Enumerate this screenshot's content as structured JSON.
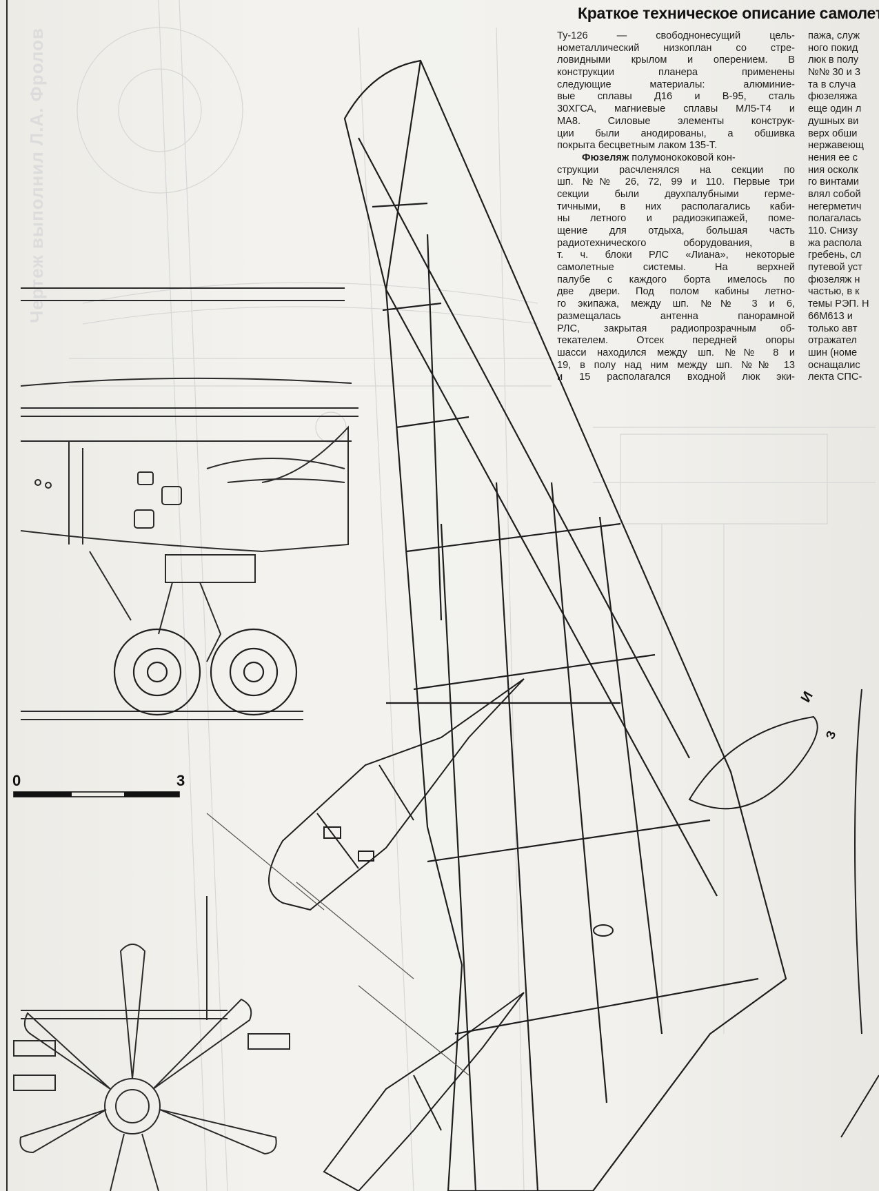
{
  "article": {
    "title": "Краткое техническое описание самолет",
    "col1": [
      "Ту-126 — свободнонесущий цель-",
      "нометаллический низкоплан со стре-",
      "ловидными крылом и оперением. В",
      "конструкции планера применены",
      "следующие материалы: алюминие-",
      "вые сплавы Д16 и В-95, сталь",
      "30ХГСА, магниевые сплавы МЛ5-Т4 и",
      "МА8. Силовые элементы конструк-",
      "ции были анодированы, а обшивка",
      "покрыта бесцветным лаком 135-Т."
    ],
    "fuselage_head": "Фюзеляж",
    "fuselage_first": " полумонококовой кон-",
    "col1b": [
      "струкции расчленялся на секции по",
      "шп. №№ 26, 72, 99 и 110. Первые три",
      "секции были двухпалубными герме-",
      "тичными, в них располагались каби-",
      "ны летного и радиоэкипажей, поме-",
      "щение для отдыха, большая часть",
      "радиотехнического оборудования, в",
      "т. ч. блоки РЛС «Лиана», некоторые",
      "самолетные системы. На верхней",
      "палубе с каждого борта имелось по",
      "две двери. Под полом кабины летно-",
      "го экипажа, между шп. №№ 3 и 6,",
      "размещалась антенна панорамной",
      "РЛС, закрытая радиопрозрачным об-",
      "текателем. Отсек передней опоры",
      "шасси находился между шп. №№ 8 и",
      "19, в полу над ним между шп. №№ 13",
      "и 15 располагался входной люк эки-"
    ],
    "col2": [
      "пажа, служ",
      "ного покид",
      "люк в полу",
      "№№ 30 и 3",
      "та в случа",
      "фюзеляжа",
      "еще один л",
      "душных ви",
      "верх обши",
      "нержавеющ",
      "нения ее с",
      "ния осколк",
      "го винтами",
      "влял собой",
      "негерметич",
      "полагалась",
      "110. Снизу",
      "жа распола",
      "гребень, сл",
      "путевой уст",
      "фюзеляж н",
      "частью, в к",
      "темы РЭП. Н",
      "66М613 и",
      "только авт",
      "отражател",
      "шин (номе",
      "оснащалис",
      "лекта СПС-"
    ]
  },
  "scale": {
    "start": "0",
    "end": "3"
  },
  "section_marks": {
    "mark_a": "И",
    "mark_b": "З"
  },
  "watermark": "Чертеж выполнил Л.А. Фролов"
}
